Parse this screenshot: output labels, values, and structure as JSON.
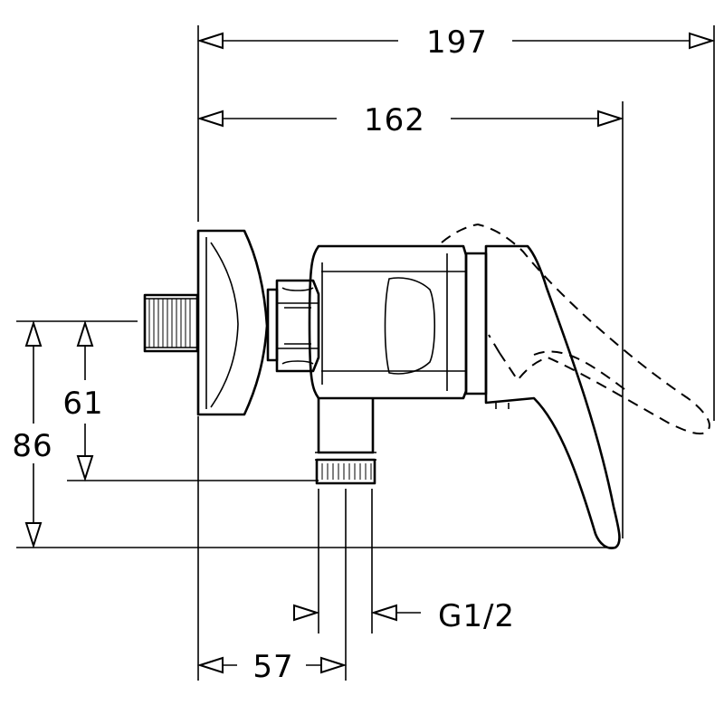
{
  "dimensions": {
    "overall_width": "197",
    "body_width": "162",
    "height_total": "86",
    "height_outlet": "61",
    "outlet_offset": "57",
    "thread": "G1/2"
  }
}
